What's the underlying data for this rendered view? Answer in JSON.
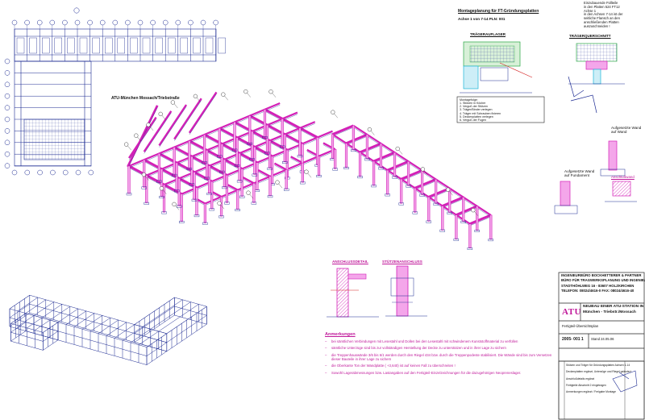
{
  "colors": {
    "structure": "#d321b7",
    "structure_light": "#f4a6ea",
    "linework": "#1c2a92",
    "ink": "#111111",
    "green": "#28a744",
    "cyan": "#1cb6d8",
    "red": "#d42020"
  },
  "plan": {
    "caption": "ATU-München Mossach/Triebstraße"
  },
  "montage": {
    "title": "Montageplanung für FT-Gründungsplatten",
    "subtitle": "Achse 1 von 7-14  PLN: 001"
  },
  "fill_note": {
    "lines": [
      "Einzubauende Füllteile",
      "in den Platten 524 FT12",
      "Achse 1",
      "in den Achsen 7-14 ist der",
      "seitliche Flansch an den",
      "anschließenden Platten",
      "auszuschneiden !"
    ]
  },
  "details": {
    "tragerauflager": "TRÄGERAUFLAGER",
    "tragerquerschnitt": "TRÄGERQUERSCHNITT",
    "anschlussdetail": "ANSCHLUSSDETAIL",
    "stutzenanschluss": "STÜTZENANSCHLUSS",
    "anschlusswand": "Anschlußwand",
    "aufgesetzte_wand_1": "Aufgesetzte Wand auf Wand",
    "aufgesetzte_wand_2": "Aufgesetzte Wand auf Fundament"
  },
  "detail_notes": {
    "lines": [
      "Montagefolge:",
      "1. Stützen in Köcher",
      "2. Verguß der Stützen",
      "3. Träger/Binder verlegen",
      "4. Träger mit Schrauben fixieren",
      "5. Deckenplatten verlegen",
      "6. Verguß der Fugen"
    ]
  },
  "anmerkungen": {
    "title": "Anmerkungen",
    "items": [
      "bei sämtlichen Verbindungen mit Lesestahl und Dollen bei den Lesestahl mit schwindenem Kunststoffmaterial zu verfüllen",
      "sämtliche Unterzüge sind bis zur vollständigen Herstellung der Decke zu unterstützen und in ihrer Lage zu sichern",
      "die Treppenhauswände 3/6 bis 6/1 werden durch den Riegel 434 bzw. durch die Treppenpodeste stabilisiert. Die Wände sind bis zum Versetzen dieser Bauteile in ihrer Lage zu sichern",
      "die Oberkante Ton der Wandplatte ( +3,640) ist auf keinen Fall zu überschreiten !",
      "Sowohl Lagerabmessungen bzw. Lastangaben auf den Fertigteil-Einzelzeichnungen für die dazugehörigen Neopreneslager."
    ]
  },
  "title_block": {
    "engineer_lines": [
      "INGENIEURBÜRO BOCKHETTERER & PARTNER",
      "BÜRO FÜR TRAGWERKSPLANUNG UND INGENIEURBAU",
      "STADTHÖHLWEG 16 - 83607 HOLZKIRCHEN",
      "TELEFON: 08024/4616-0    FAX: 08024/4616-40"
    ],
    "logo": "ATU",
    "project_lines": [
      "NEUBAU EINER ATU-STATION IN",
      "München - Triebstr./Mossach"
    ],
    "drawing_type": "Fertigteil-Übersichtsplan",
    "drawing_no": "2005- 001 1",
    "date": "Stand 24.05.06",
    "revision_lines": [
      "Stützen und Träger für Gründungsplatten Achsen 1-14",
      "Deckenplatten ergänzt, Unterzüge und Riegel geändert",
      "Anschlußdetails ergänzt",
      "Fertigteile Abschnitt 2 eingetragen",
      "Anmerkungen ergänzt / Freigabe Montage"
    ]
  }
}
